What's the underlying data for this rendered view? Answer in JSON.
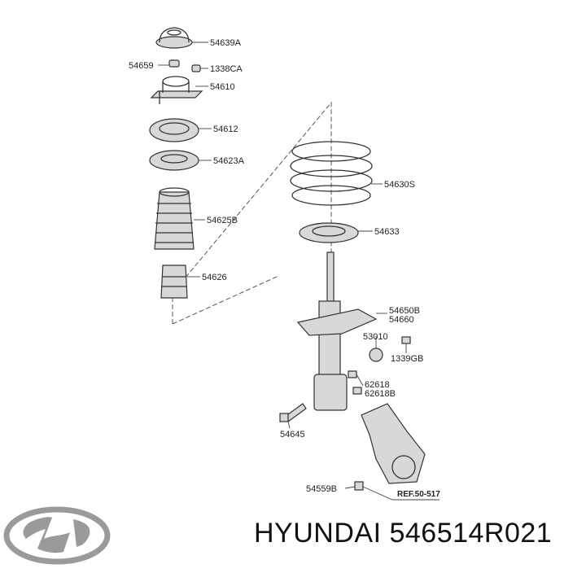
{
  "labels": {
    "p54639A": "54639A",
    "p54659": "54659",
    "p1338CA": "1338CA",
    "p54610": "54610",
    "p54612": "54612",
    "p54623A": "54623A",
    "p54625B": "54625B",
    "p54626": "54626",
    "p54630S": "54630S",
    "p54633": "54633",
    "p54650B": "54650B",
    "p54660": "54660",
    "p53010": "53010",
    "p1339GB": "1339GB",
    "p62618": "62618",
    "p62618B": "62618B",
    "p54645": "54645",
    "p54559B": "54559B",
    "ref": "REF.50-517"
  },
  "caption": "HYUNDAI 546514R021",
  "logo": {
    "icon": "hyundai-logo-icon",
    "color": "#9a9a9a"
  }
}
